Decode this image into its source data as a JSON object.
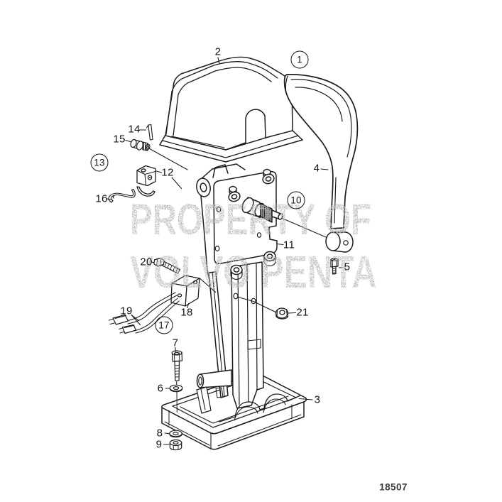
{
  "figure_number": "18507",
  "watermark": {
    "line1": "PROPERTY OF",
    "line2": "VOLVO PENTA"
  },
  "callouts": [
    {
      "number": "1",
      "circled": true
    },
    {
      "number": "2",
      "circled": false
    },
    {
      "number": "3",
      "circled": false
    },
    {
      "number": "4",
      "circled": false
    },
    {
      "number": "5",
      "circled": false
    },
    {
      "number": "6",
      "circled": false
    },
    {
      "number": "7",
      "circled": false
    },
    {
      "number": "8",
      "circled": false
    },
    {
      "number": "9",
      "circled": false
    },
    {
      "number": "10",
      "circled": true
    },
    {
      "number": "11",
      "circled": false
    },
    {
      "number": "12",
      "circled": false
    },
    {
      "number": "13",
      "circled": true
    },
    {
      "number": "14",
      "circled": false
    },
    {
      "number": "15",
      "circled": false
    },
    {
      "number": "16",
      "circled": false
    },
    {
      "number": "17",
      "circled": true
    },
    {
      "number": "18",
      "circled": false
    },
    {
      "number": "19",
      "circled": false
    },
    {
      "number": "20",
      "circled": false
    },
    {
      "number": "21",
      "circled": false
    }
  ],
  "colors": {
    "line": "#1c1c1c",
    "watermark": "#b9b9b9",
    "background": "#ffffff"
  }
}
